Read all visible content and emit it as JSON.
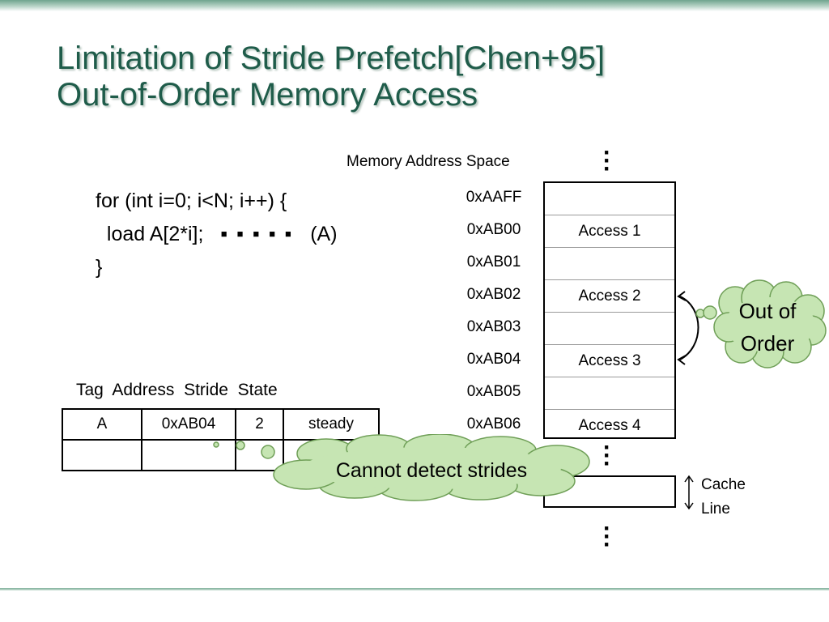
{
  "slide": {
    "title_line1": "Limitation of Stride Prefetch[Chen+95]",
    "title_line2": "Out-of-Order Memory Access"
  },
  "code": {
    "line1": "for (int i=0; i<N; i++) {",
    "line2_a": "  load A[2*i];",
    "line2_dots": "▪ ▪ ▪ ▪ ▪",
    "line2_b": "(A)",
    "line3": "}"
  },
  "memory": {
    "heading": "Memory Address Space",
    "rows": [
      {
        "address": "0xAAFF",
        "content": ""
      },
      {
        "address": "0xAB00",
        "content": "Access 1"
      },
      {
        "address": "0xAB01",
        "content": ""
      },
      {
        "address": "0xAB02",
        "content": "Access 2"
      },
      {
        "address": "0xAB03",
        "content": ""
      },
      {
        "address": "0xAB04",
        "content": "Access 3"
      },
      {
        "address": "0xAB05",
        "content": ""
      },
      {
        "address": "0xAB06",
        "content": "Access 4"
      }
    ],
    "cache_label_1": "Cache",
    "cache_label_2": "Line"
  },
  "stride_table": {
    "headers": [
      "Tag",
      "Address",
      "Stride",
      "State"
    ],
    "rows": [
      [
        "A",
        "0xAB04",
        "2",
        "steady"
      ],
      [
        "",
        "",
        "",
        ""
      ]
    ]
  },
  "callouts": {
    "out_of_order_1": "Out of",
    "out_of_order_2": "Order",
    "cannot_detect": "Cannot detect strides"
  },
  "colors": {
    "title": "#1f5c4a",
    "cloud_fill": "#c6e5b3",
    "cloud_stroke": "#6f9f57"
  }
}
